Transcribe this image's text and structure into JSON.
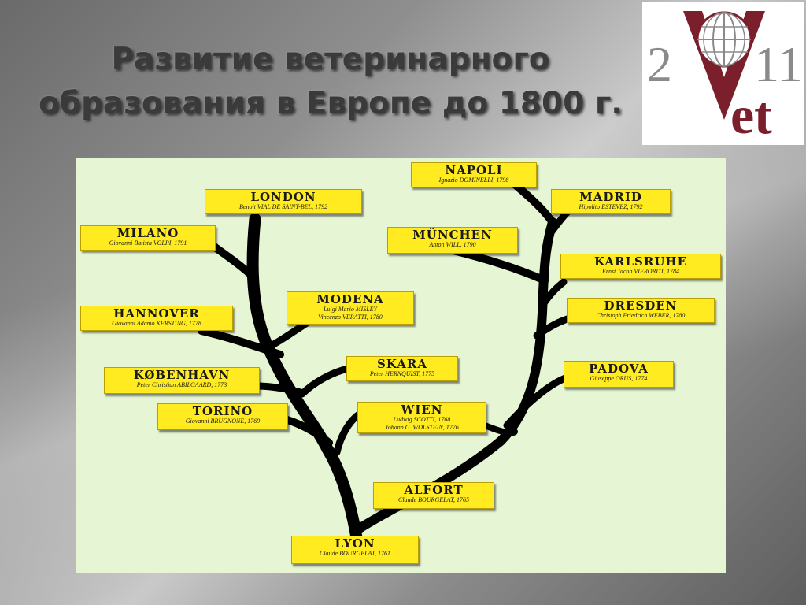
{
  "slide": {
    "title_line1": "Развитие ветеринарного",
    "title_line2": "образования в Европе до 1800 г."
  },
  "logo": {
    "left_digits": "2",
    "right_digits": "11",
    "vet_v": "V",
    "vet_et": "et"
  },
  "colors": {
    "node_fill": "#ffeb1f",
    "panel_background": "#e6f5d4",
    "branch": "#000000",
    "logo_accent": "#7a1f2b"
  },
  "tree": {
    "root": "LYON",
    "nodes": [
      {
        "id": "lyon",
        "city": "LYON",
        "people": [
          "Claude BOURGELAT, 1761"
        ],
        "parent": null
      },
      {
        "id": "alfort",
        "city": "ALFORT",
        "people": [
          "Claude BOURGELAT, 1765"
        ],
        "parent": "lyon"
      },
      {
        "id": "wien",
        "city": "WIEN",
        "people": [
          "Ludwig SCOTTI, 1768",
          "Johann G. WOLSTEIN, 1776"
        ],
        "parent": "lyon"
      },
      {
        "id": "torino",
        "city": "TORINO",
        "people": [
          "Giovanni BRUGNONE, 1769"
        ],
        "parent": "lyon"
      },
      {
        "id": "kobenhavn",
        "city": "KØBENHAVN",
        "people": [
          "Peter Christian ABILGAARD, 1773"
        ],
        "parent": "lyon"
      },
      {
        "id": "skara",
        "city": "SKARA",
        "people": [
          "Peter HERNQUIST, 1775"
        ],
        "parent": "lyon"
      },
      {
        "id": "hannover",
        "city": "HANNOVER",
        "people": [
          "Giovanni Adamo KERSTING, 1778"
        ],
        "parent": "lyon"
      },
      {
        "id": "modena",
        "city": "MODENA",
        "people": [
          "Luigi Mario MISLEY",
          "Vincenzo VERATTI, 1780"
        ],
        "parent": "lyon"
      },
      {
        "id": "milano",
        "city": "MILANO",
        "people": [
          "Giovanni Batista VOLPI, 1791"
        ],
        "parent": "lyon"
      },
      {
        "id": "london",
        "city": "LONDON",
        "people": [
          "Benoit VIAL DE SAINT-BEL, 1792"
        ],
        "parent": "lyon"
      },
      {
        "id": "padova",
        "city": "PADOVA",
        "people": [
          "Giuseppe ORUS, 1774"
        ],
        "parent": "alfort"
      },
      {
        "id": "dresden",
        "city": "DRESDEN",
        "people": [
          "Christoph Friedrich WEBER, 1780"
        ],
        "parent": "alfort"
      },
      {
        "id": "karlsruhe",
        "city": "KARLSRUHE",
        "people": [
          "Ernst Jacob VIERORDT, 1784"
        ],
        "parent": "alfort"
      },
      {
        "id": "munchen",
        "city": "MÜNCHEN",
        "people": [
          "Anton WILL, 1790"
        ],
        "parent": "alfort"
      },
      {
        "id": "madrid",
        "city": "MADRID",
        "people": [
          "Hipolito ESTEVEZ, 1792"
        ],
        "parent": "alfort"
      },
      {
        "id": "napoli",
        "city": "NAPOLI",
        "people": [
          "Ignazio DOMINELLI, 1798"
        ],
        "parent": "alfort"
      }
    ]
  }
}
